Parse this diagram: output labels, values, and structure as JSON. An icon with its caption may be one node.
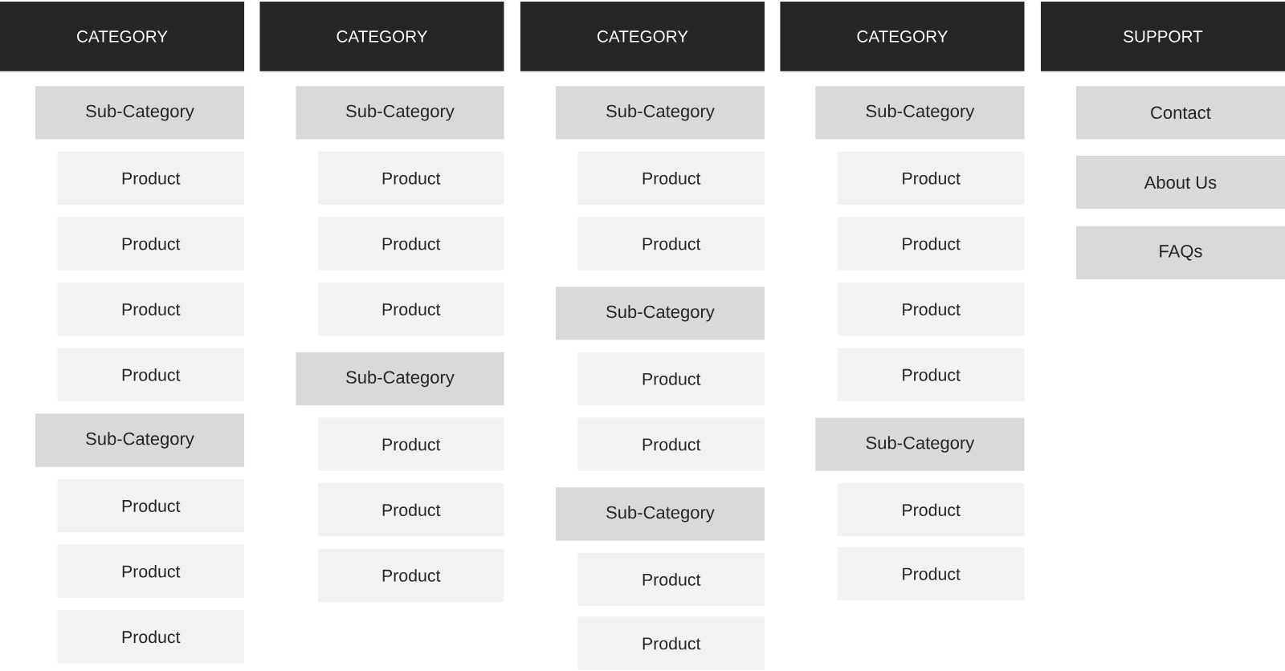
{
  "diagram": {
    "nodes": [
      {
        "text": [
          "CATEGORY"
        ]
      },
      {
        "text": [
          "Sub-Category"
        ]
      },
      {
        "text": [
          "Product"
        ]
      },
      {
        "text": [
          "Product"
        ]
      },
      {
        "text": [
          "Product"
        ]
      },
      {
        "text": [
          "Product"
        ]
      },
      {
        "text": [
          "Sub-Category"
        ]
      },
      {
        "text": [
          "Product"
        ]
      },
      {
        "text": [
          "Product"
        ]
      },
      {
        "text": [
          "Product"
        ]
      },
      {
        "text": [
          "CATEGORY"
        ]
      },
      {
        "text": [
          "Sub-Category"
        ]
      },
      {
        "text": [
          "Product"
        ]
      },
      {
        "text": [
          "Product"
        ]
      },
      {
        "text": [
          "Product"
        ]
      },
      {
        "text": [
          "Sub-Category"
        ]
      },
      {
        "text": [
          "Product"
        ]
      },
      {
        "text": [
          "Product"
        ]
      },
      {
        "text": [
          "Product"
        ]
      },
      {
        "text": [
          "CATEGORY"
        ]
      },
      {
        "text": [
          "Sub-Category"
        ]
      },
      {
        "text": [
          "Product"
        ]
      },
      {
        "text": [
          "Product"
        ]
      },
      {
        "text": [
          "Sub-Category"
        ]
      },
      {
        "text": [
          "Product"
        ]
      },
      {
        "text": [
          "Product"
        ]
      },
      {
        "text": [
          "Sub-Category"
        ]
      },
      {
        "text": [
          "Product"
        ]
      },
      {
        "text": [
          "Product"
        ]
      },
      {
        "text": [
          "CATEGORY"
        ]
      },
      {
        "text": [
          "Sub-Category"
        ]
      },
      {
        "text": [
          "Product"
        ]
      },
      {
        "text": [
          "Product"
        ]
      },
      {
        "text": [
          "Product"
        ]
      },
      {
        "text": [
          "Product"
        ]
      },
      {
        "text": [
          "Sub-Category"
        ]
      },
      {
        "text": [
          "Product"
        ]
      },
      {
        "text": [
          "Product"
        ]
      },
      {
        "text": [
          "SUPPORT"
        ]
      },
      {
        "text": [
          "Contact"
        ]
      },
      {
        "text": [
          "About Us"
        ]
      },
      {
        "text": [
          "FAQs"
        ]
      }
    ]
  }
}
